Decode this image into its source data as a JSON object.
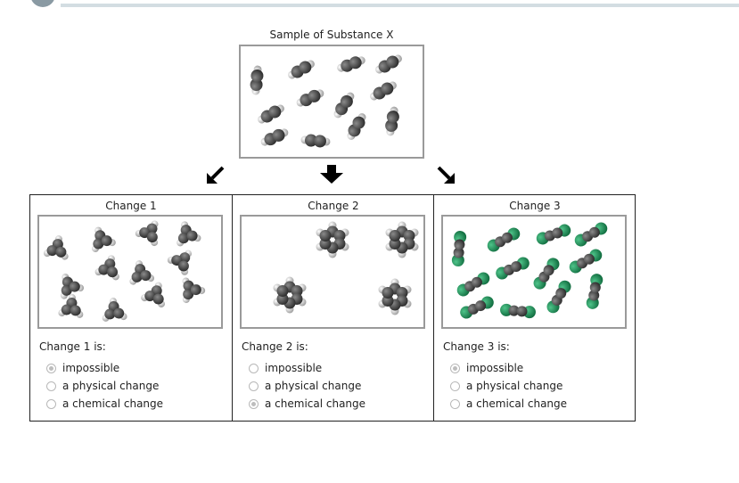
{
  "sample": {
    "title": "Sample of Substance X"
  },
  "icons": {
    "down_left": "arrow-down-left-icon",
    "down": "arrow-down-icon",
    "down_right": "arrow-down-right-icon"
  },
  "colors": {
    "carbon": "#3f3f3f",
    "hydrogen": "#e6e6e6",
    "chlorine": "#1f8a55",
    "border": "#9a9a9a"
  },
  "panels": [
    {
      "title": "Change 1",
      "question": "Change 1 is:",
      "options": [
        "impossible",
        "a physical change",
        "a chemical change"
      ],
      "selected": 0
    },
    {
      "title": "Change 2",
      "question": "Change 2 is:",
      "options": [
        "impossible",
        "a physical change",
        "a chemical change"
      ],
      "selected": 2
    },
    {
      "title": "Change 3",
      "question": "Change 3 is:",
      "options": [
        "impossible",
        "a physical change",
        "a chemical change"
      ],
      "selected": 0
    }
  ]
}
